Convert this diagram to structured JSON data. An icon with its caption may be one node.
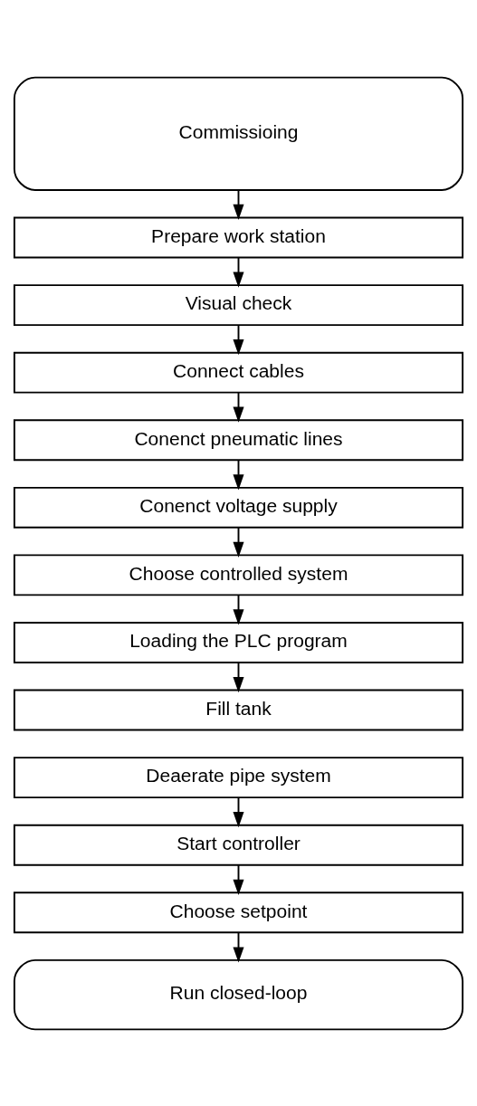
{
  "diagram": {
    "nodes": [
      {
        "text": [
          "Commissioing"
        ]
      },
      {
        "text": [
          "Prepare work station"
        ]
      },
      {
        "text": [
          "Visual check"
        ]
      },
      {
        "text": [
          "Connect cables"
        ]
      },
      {
        "text": [
          "Conenct pneumatic lines"
        ]
      },
      {
        "text": [
          "Conenct voltage supply"
        ]
      },
      {
        "text": [
          "Choose controlled system"
        ]
      },
      {
        "text": [
          "Loading the PLC program"
        ]
      },
      {
        "text": [
          "Fill tank"
        ]
      },
      {
        "text": [
          "Deaerate pipe system"
        ]
      },
      {
        "text": [
          "Start controller"
        ]
      },
      {
        "text": [
          "Choose setpoint"
        ]
      },
      {
        "text": [
          "Run closed-loop"
        ]
      }
    ],
    "edges": [
      {
        "from": 0,
        "to": 1,
        "arrow": "to"
      },
      {
        "from": 1,
        "to": 2,
        "arrow": "to"
      },
      {
        "from": 2,
        "to": 3,
        "arrow": "to"
      },
      {
        "from": 3,
        "to": 4,
        "arrow": "to"
      },
      {
        "from": 4,
        "to": 5,
        "arrow": "to"
      },
      {
        "from": 5,
        "to": 6,
        "arrow": "to"
      },
      {
        "from": 6,
        "to": 7,
        "arrow": "to"
      },
      {
        "from": 7,
        "to": 8,
        "arrow": "to"
      },
      {
        "from": 9,
        "to": 10,
        "arrow": "to"
      },
      {
        "from": 10,
        "to": 11,
        "arrow": "to"
      },
      {
        "from": 11,
        "to": 12,
        "arrow": "to"
      }
    ]
  }
}
